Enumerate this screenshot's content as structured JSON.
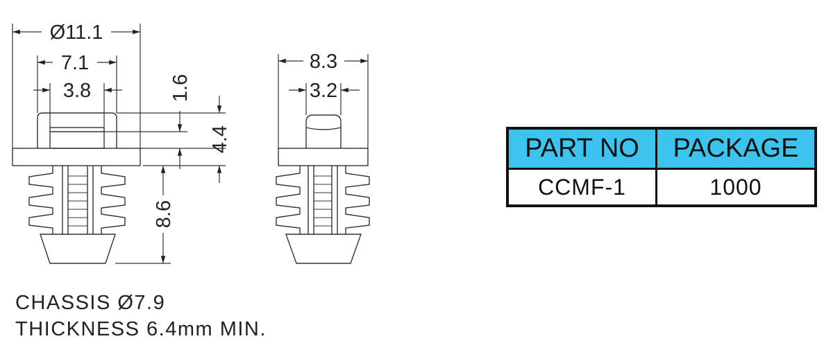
{
  "dimensions": {
    "front_overall_diameter": "Ø11.1",
    "front_width_mid": "7.1",
    "front_width_inner": "3.8",
    "head_thickness": "1.6",
    "head_height": "4.4",
    "shank_length": "8.6",
    "side_overall_width": "8.3",
    "side_inner_width": "3.2"
  },
  "notes": {
    "line1": "CHASSIS Ø7.9",
    "line2": "THICKNESS 6.4mm MIN."
  },
  "table": {
    "headers": [
      "PART NO",
      "PACKAGE"
    ],
    "rows": [
      [
        "CCMF-1",
        "1000"
      ]
    ],
    "header_color": "#3cc3ee"
  }
}
